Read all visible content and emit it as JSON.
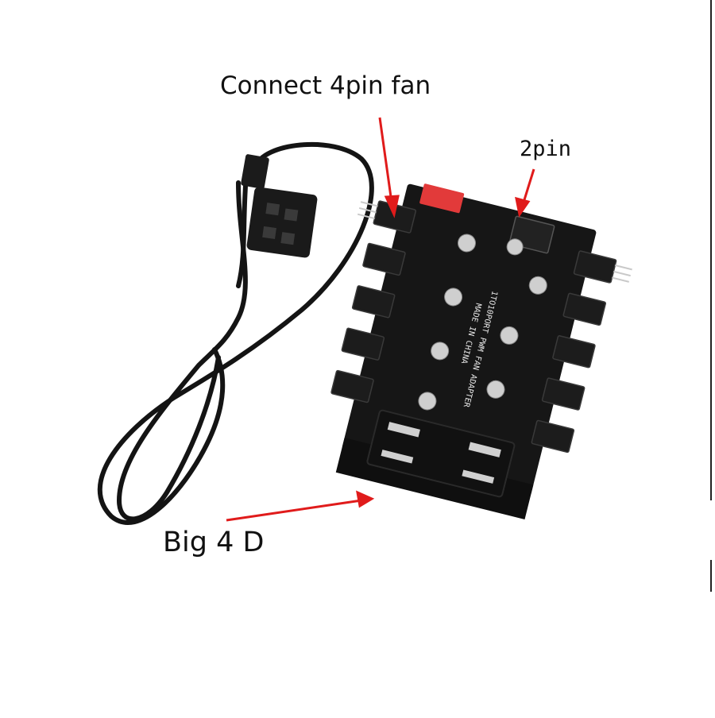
{
  "annotations": {
    "connect_4pin": "Connect 4pin fan",
    "two_pin": "2pin",
    "big_4d": "Big 4 D"
  },
  "pcb_text": {
    "line1": "1TO10PORT PWM FAN ADAPTER",
    "line2": "MADE IN CHINA"
  },
  "colors": {
    "background": "#ffffff",
    "arrow": "#e01b1b",
    "pcb": "#151515",
    "red_connector": "#e23a3a",
    "pin_metal": "#c9c9c9"
  }
}
